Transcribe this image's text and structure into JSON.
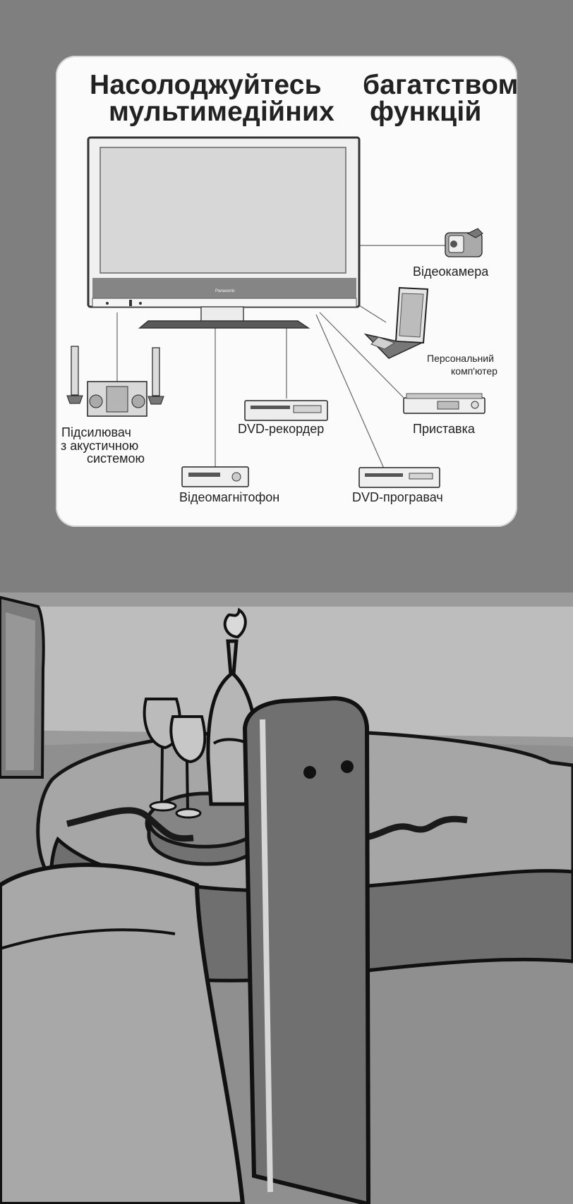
{
  "title": {
    "line1_left": "Насолоджуйтесь",
    "line1_right": "багатством",
    "line2_left": "мультимедійних",
    "line2_right": "функцій"
  },
  "tv_brand": "Panasonic",
  "devices": {
    "camera": "Відеокамера",
    "pc_line1": "Персональний",
    "pc_line2": "комп'ютер",
    "set_top_box": "Приставка",
    "dvd_recorder": "DVD-рекордер",
    "amplifier_line1": "Підсилювач",
    "amplifier_line2": "з    акустичною",
    "amplifier_line3": "системою",
    "vcr": "Відеомагнітофон",
    "dvd_player": "DVD-програвач"
  },
  "colors": {
    "background_gray": "#7f7f7f",
    "card_white": "#fbfbfb",
    "text_dark": "#222222",
    "scene_gray": "#9a9a9a"
  }
}
